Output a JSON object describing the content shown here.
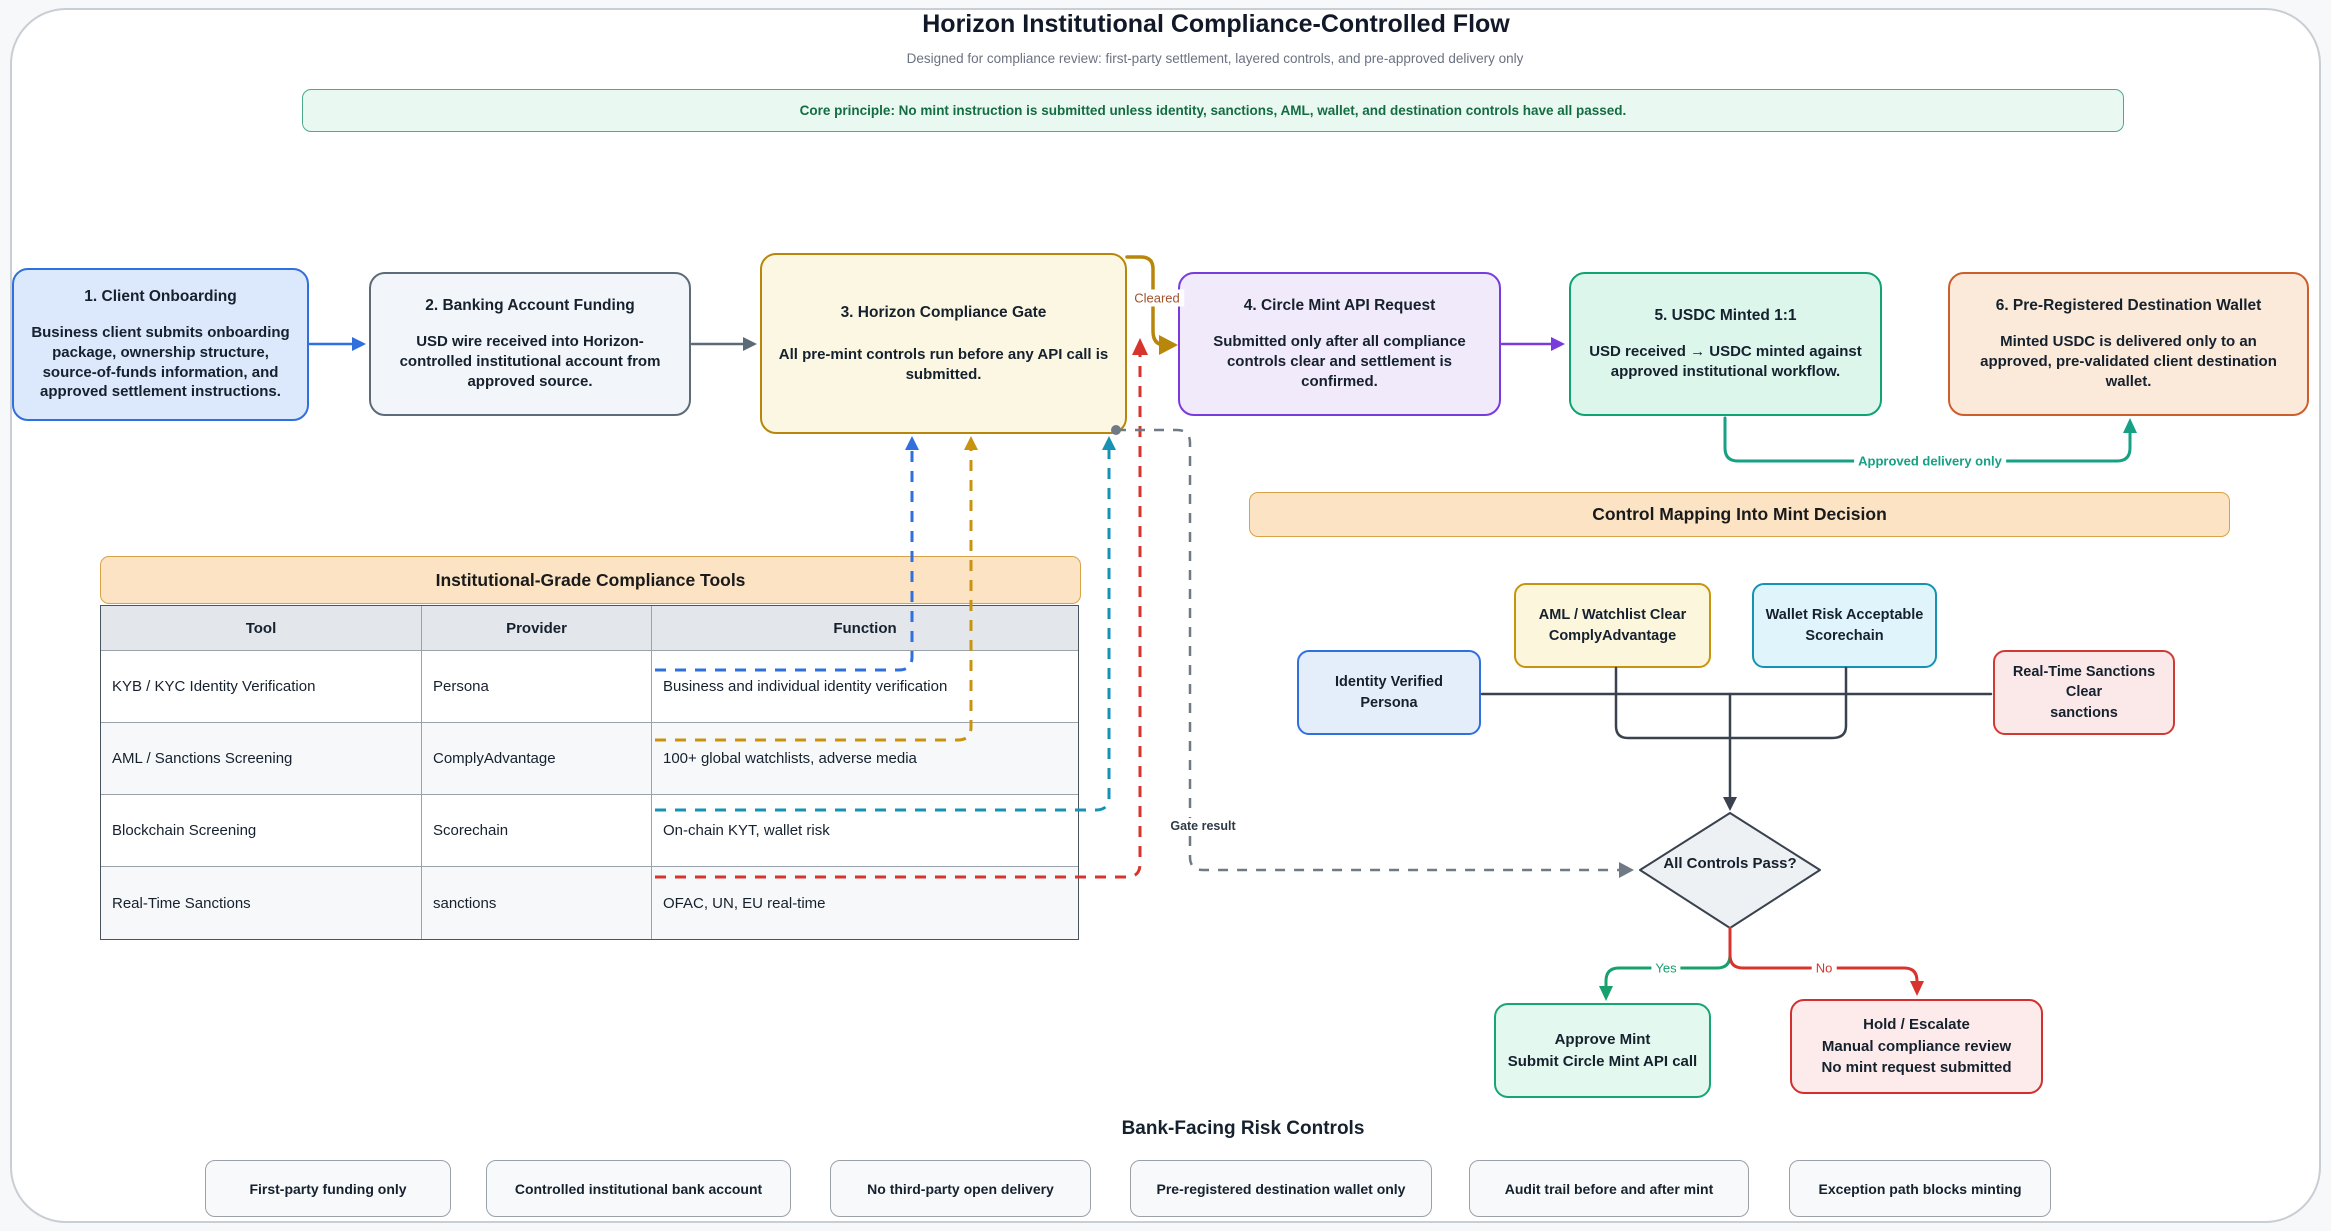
{
  "header": {
    "title": "Horizon Institutional Compliance-Controlled Flow",
    "subtitle": "Designed for compliance review: first-party settlement, layered controls, and pre-approved delivery only"
  },
  "core_principle": "Core principle: No mint instruction is submitted unless identity, sanctions, AML, wallet, and destination controls have all passed.",
  "flow": {
    "steps": [
      {
        "title": "1. Client Onboarding",
        "body": "Business client submits onboarding package, ownership structure, source-of-funds information, and approved settlement instructions."
      },
      {
        "title": "2. Banking Account Funding",
        "body": "USD wire received into Horizon-controlled institutional account from approved source."
      },
      {
        "title": "3. Horizon Compliance Gate",
        "body": "All pre-mint controls run before any API call is submitted."
      },
      {
        "title": "4. Circle Mint API Request",
        "body": "Submitted only after all compliance controls clear and settlement is confirmed."
      },
      {
        "title": "5. USDC Minted 1:1",
        "body": "USD received → USDC minted against approved institutional workflow."
      },
      {
        "title": "6. Pre-Registered Destination Wallet",
        "body": "Minted USDC is delivered only to an approved, pre-validated client destination wallet."
      }
    ],
    "edge_labels": {
      "cleared": "Cleared",
      "approved_delivery": "Approved delivery only",
      "gate_result": "Gate result",
      "yes": "Yes",
      "no": "No"
    }
  },
  "tools_table": {
    "title": "Institutional-Grade Compliance Tools",
    "columns": [
      "Tool",
      "Provider",
      "Function"
    ],
    "rows": [
      {
        "tool": "KYB / KYC Identity Verification",
        "provider": "Persona",
        "function": "Business and individual identity verification"
      },
      {
        "tool": "AML / Sanctions Screening",
        "provider": "ComplyAdvantage",
        "function": "100+ global watchlists, adverse media"
      },
      {
        "tool": "Blockchain Screening",
        "provider": "Scorechain",
        "function": "On-chain KYT, wallet risk"
      },
      {
        "tool": "Real-Time Sanctions",
        "provider": "sanctions",
        "function": "OFAC, UN, EU real-time"
      }
    ]
  },
  "control_mapping": {
    "title": "Control Mapping Into Mint Decision",
    "nodes": {
      "identity": {
        "line1": "Identity Verified",
        "line2": "Persona"
      },
      "aml": {
        "line1": "AML / Watchlist Clear",
        "line2": "ComplyAdvantage"
      },
      "wallet": {
        "line1": "Wallet Risk Acceptable",
        "line2": "Scorechain"
      },
      "sanctions": {
        "line1": "Real-Time Sanctions",
        "line2": "Clear",
        "line3": "sanctions"
      }
    },
    "decision": "All Controls Pass?",
    "approve": {
      "line1": "Approve Mint",
      "line2": "Submit Circle Mint API call"
    },
    "hold": {
      "line1": "Hold / Escalate",
      "line2": "Manual compliance review",
      "line3": "No mint request submitted"
    }
  },
  "risk_controls": {
    "title": "Bank-Facing Risk Controls",
    "items": [
      "First-party funding only",
      "Controlled institutional bank account",
      "No third-party open delivery",
      "Pre-registered destination wallet only",
      "Audit trail before and after mint",
      "Exception path blocks minting"
    ]
  },
  "colors": {
    "blue": "#2f6fde",
    "gold": "#b8860b",
    "purple": "#7a3bdd",
    "teal": "#16a085",
    "cyan": "#1592b4",
    "red": "#d8342e",
    "green": "#18a06e",
    "gray": "#5d6b78",
    "banner_peach": "#fbe3c4",
    "banner_mint": "#e9f9f1"
  }
}
